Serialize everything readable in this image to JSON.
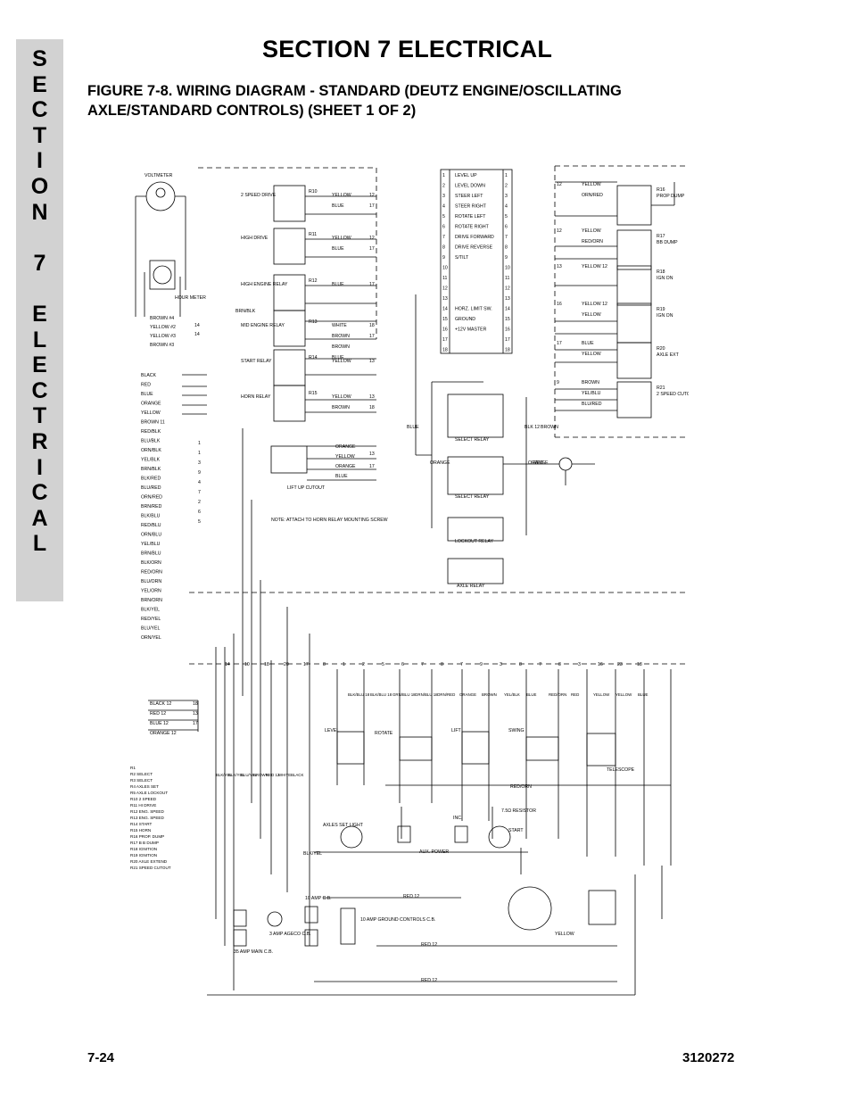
{
  "side_tab": [
    "S",
    "E",
    "C",
    "T",
    "I",
    "O",
    "N",
    "",
    "7",
    "",
    "E",
    "L",
    "E",
    "C",
    "T",
    "R",
    "I",
    "C",
    "A",
    "L"
  ],
  "section_title": "SECTION 7  ELECTRICAL",
  "figure_title": "FIGURE 7-8.    WIRING DIAGRAM - STANDARD (DEUTZ ENGINE/OSCILLATING AXLE/STANDARD CONTROLS) (SHEET 1 OF 2)",
  "footer": {
    "page": "7-24",
    "doc_number": "3120272"
  },
  "diagram": {
    "voltmeter": "VOLTMETER",
    "hour_meter": "HOUR METER",
    "left_meter_wires": [
      "BROWN #4",
      "YELLOW #2",
      "YELLOW #3",
      "BROWN #3"
    ],
    "left_meter_terms": [
      "14",
      "14"
    ],
    "relays": [
      {
        "ref": "R10",
        "label": "2 SPEED DRIVE",
        "wires": [
          "YELLOW",
          "BLUE"
        ],
        "terms": [
          "12",
          "17"
        ]
      },
      {
        "ref": "R11",
        "label": "HIGH DRIVE",
        "wires": [
          "YELLOW",
          "BLUE"
        ],
        "terms": [
          "12",
          "17"
        ]
      },
      {
        "ref": "R12",
        "label": "HIGH ENGINE RELAY",
        "wires": [
          "BLUE"
        ],
        "terms": [
          "17"
        ]
      },
      {
        "ref": "R13",
        "label": "MID ENGINE RELAY",
        "wires": [
          "WHITE",
          "BROWN",
          "BROWN",
          "BLUE"
        ],
        "terms": [
          "18",
          "17"
        ]
      },
      {
        "ref": "R14",
        "label": "START RELAY",
        "wires": [
          "YELLOW"
        ],
        "terms": [
          "13"
        ]
      },
      {
        "ref": "R15",
        "label": "HORN RELAY",
        "wires": [
          "YELLOW",
          "BROWN"
        ],
        "terms": [
          "13",
          "18"
        ]
      }
    ],
    "brn_blk": "BRN/BLK",
    "lift_up": {
      "label": "LIFT UP CUTOUT",
      "wires": [
        "ORANGE",
        "YELLOW",
        "ORANGE",
        "BLUE"
      ],
      "terms": [
        "13",
        "17"
      ]
    },
    "note": "NOTE: ATTACH TO HORN RELAY MOUNTING SCREW",
    "left_wires": [
      "BLACK",
      "RED",
      "BLUE",
      "ORANGE",
      "YELLOW",
      "BROWN 11",
      "RED/BLK",
      "BLU/BLK",
      "ORN/BLK",
      "YEL/BLK",
      "BRN/BLK",
      "BLK/RED",
      "BLU/RED",
      "ORN/RED",
      "BRN/RED",
      "BLK/BLU",
      "RED/BLU",
      "ORN/BLU",
      "YEL/BLU",
      "BRN/BLU",
      "BLK/ORN",
      "RED/ORN",
      "BLU/ORN",
      "YEL/ORN",
      "BRN/ORN",
      "BLK/YEL",
      "RED/YEL",
      "BLU/YEL",
      "ORN/YEL"
    ],
    "left_tags": [
      "1",
      "1",
      "3",
      "9",
      "4",
      "7",
      "2",
      "6",
      "5"
    ],
    "terminal_strip": [
      "LEVEL UP",
      "LEVEL DOWN",
      "STEER LEFT",
      "STEER RIGHT",
      "ROTATE LEFT",
      "ROTATE RIGHT",
      "DRIVE FORWARD",
      "DRIVE REVERSE",
      "S/TILT",
      "",
      "",
      "",
      "",
      "HORZ. LIMIT SW.",
      "GROUND",
      "+12V MASTER"
    ],
    "strip_numbers": [
      "1",
      "2",
      "3",
      "4",
      "5",
      "6",
      "7",
      "8",
      "9",
      "10",
      "11",
      "12",
      "13",
      "14",
      "15",
      "16",
      "17",
      "18"
    ],
    "right_relays": [
      {
        "ref": "R16",
        "label": "PROP DUMP",
        "wires": [
          "YELLOW",
          "ORN/RED"
        ],
        "terms": [
          "12"
        ]
      },
      {
        "ref": "R17",
        "label": "BB DUMP",
        "wires": [
          "YELLOW",
          "RED/ORN"
        ],
        "terms": [
          "12"
        ]
      },
      {
        "ref": "R18",
        "label": "IGN ON",
        "wires": [
          "YELLOW 12"
        ],
        "terms": [
          "13"
        ]
      },
      {
        "ref": "R19",
        "label": "IGN ON",
        "wires": [
          "YELLOW 12",
          "YELLOW"
        ],
        "terms": [
          "16"
        ]
      },
      {
        "ref": "R20",
        "label": "AXLE EXT",
        "wires": [
          "BLUE",
          "YELLOW"
        ],
        "terms": [
          "17"
        ]
      },
      {
        "ref": "R21",
        "label": "2 SPEED CUTOUT",
        "wires": [
          "BROWN",
          "YEL/BLU",
          "BLU/RED"
        ],
        "terms": [
          "9"
        ]
      }
    ],
    "select_relay": "SELECT RELAY",
    "lockout_relay": "LOCKOUT RELAY",
    "axle_relay": "AXLE RELAY",
    "vertical_wires": [
      "BLUE",
      "ORANGE",
      "BLK 12",
      "RED",
      "BROWN",
      "ORANGE"
    ],
    "top_bus": [
      "14",
      "10",
      "18",
      "20",
      "17",
      "8",
      "1",
      "2",
      "5",
      "6",
      "7",
      "8",
      "7",
      "9",
      "3",
      "8",
      "7",
      "8",
      "3",
      "16",
      "23",
      "18"
    ],
    "bottom_left_wires": [
      "BLACK 12",
      "RED 12",
      "BLUE 12",
      "ORANGE 12"
    ],
    "bottom_left_terms": [
      "18",
      "13",
      "17"
    ],
    "legend": [
      "R1",
      "R2  SELECT",
      "R3  SELECT",
      "R4  AXLES SET",
      "R5  AXLE LOCKOUT",
      "R10  2 SPEED",
      "R11  HI DRIVE",
      "R12  ENG. SPEED",
      "R13  ENG. SPEED",
      "R14  START",
      "R15  HORN",
      "R16  PROP. DUMP",
      "R17  B B DUMP",
      "R18  IGNITION",
      "R19  IGNITION",
      "R20  AXLE EXTEND",
      "R21  SPEED CUTOUT"
    ],
    "switches": [
      "LEVEL",
      "ROTATE",
      "LIFT",
      "SWING",
      "TELESCOPE"
    ],
    "sw_wires": [
      "BLK/BLU 18",
      "BLK/BLU 18",
      "GRN/BLU 18",
      "GRN/BLU 18",
      "ORN/RED",
      "ORANGE",
      "BROWN",
      "YEL/BLK",
      "BLUE",
      "RED/ORN",
      "RED",
      "YELLOW",
      "YELLOW",
      "BLUE"
    ],
    "lower_vert": [
      "BLK/YEL",
      "BLK/YEL",
      "BLU/YEL",
      "BROWN",
      "RED 12",
      "WHITE",
      "BLACK"
    ],
    "components": {
      "axles_set": "AXLES SET LIGHT",
      "blk_yel": "BLK/YEL",
      "aux_power": "AUX. POWER",
      "inc": "INC.",
      "resistor": "7.5Ω RESISTOR",
      "start": "START",
      "cb10": "10 AMP C.B.",
      "cb10g": "10 AMP GROUND CONTROLS C.B.",
      "cb35": "35 AMP MAIN C.B.",
      "cb3": "3 AMP AGECO C.B.",
      "red_orn": "RED/ORN",
      "red12": "RED  12",
      "yellow": "YELLOW"
    }
  }
}
